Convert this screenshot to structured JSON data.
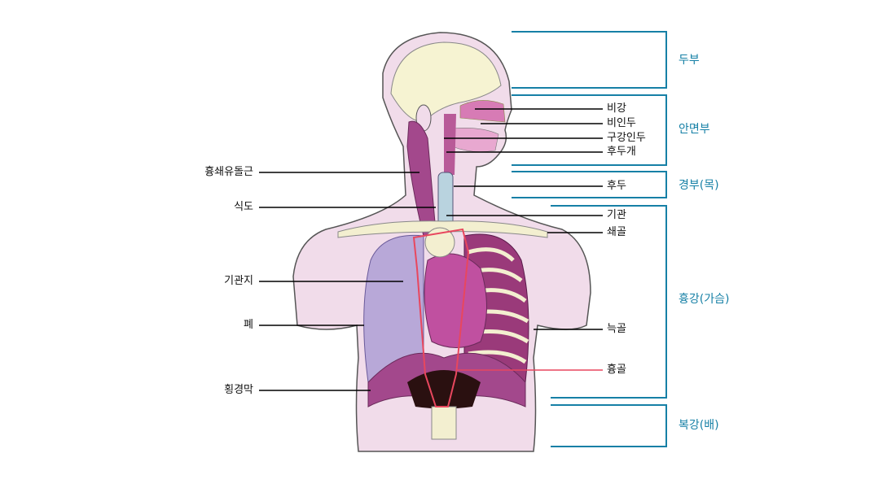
{
  "colors": {
    "bracket": "#1680a6",
    "sternum_line": "#e8475e",
    "leader": "#000000"
  },
  "regions": [
    {
      "id": "head",
      "label": "두부"
    },
    {
      "id": "face",
      "label": "안면부"
    },
    {
      "id": "neck",
      "label": "경부(목)"
    },
    {
      "id": "thorax",
      "label": "흉강(가슴)"
    },
    {
      "id": "abdomen",
      "label": "복강(배)"
    }
  ],
  "right_labels": [
    "비강",
    "비인두",
    "구강인두",
    "후두개",
    "후두",
    "기관",
    "쇄골",
    "늑골",
    "흉골"
  ],
  "left_labels": [
    "흉쇄유돌근",
    "식도",
    "기관지",
    "폐",
    "횡경막"
  ]
}
